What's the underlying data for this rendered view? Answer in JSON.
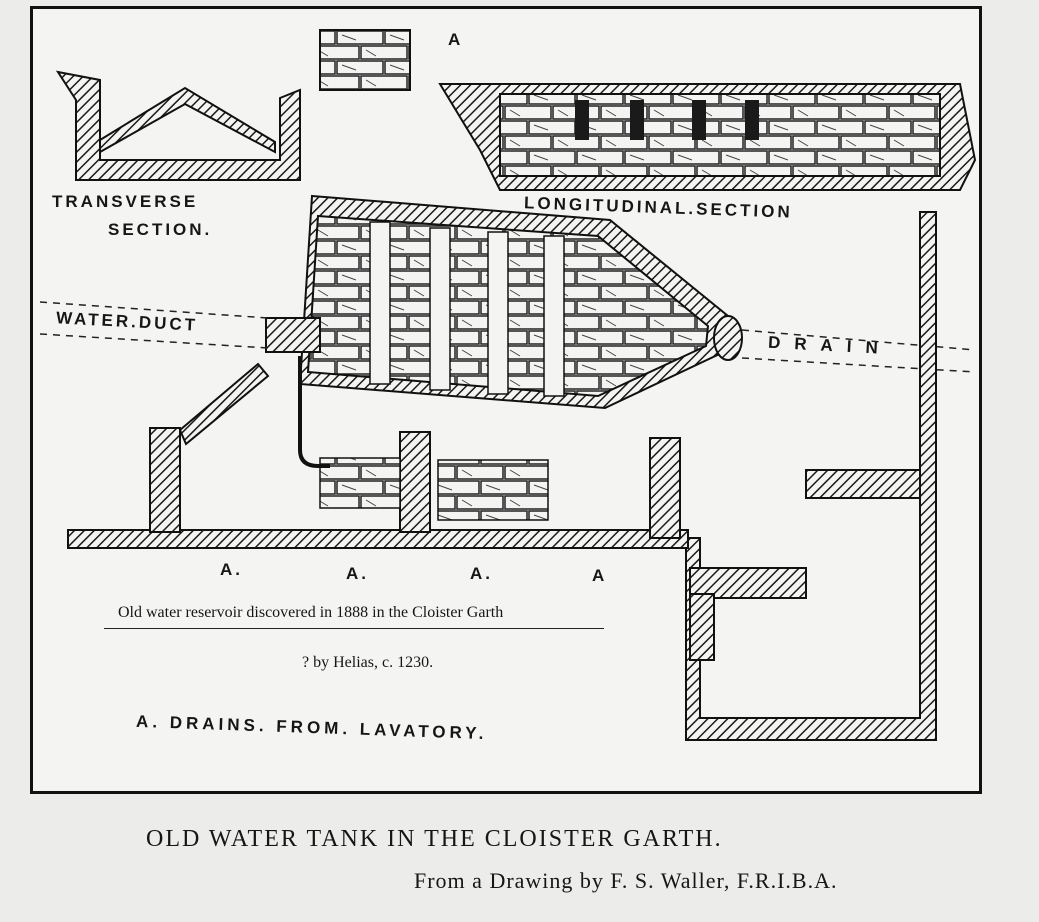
{
  "labels": {
    "transverse_line1": "TRANSVERSE",
    "transverse_line2": "SECTION.",
    "longitudinal": "LONGITUDINAL.SECTION",
    "water_duct": "WATER.DUCT",
    "drain": "DRAIN",
    "a_marks": [
      "A.",
      "A.",
      "A.",
      "A"
    ],
    "a_top": "A",
    "drains_note": "A. DRAINS. FROM. LAVATORY."
  },
  "notes": {
    "discovery": "Old water reservoir discovered in 1888 in the Cloister Garth",
    "attribution": "? by Helias, c. 1230."
  },
  "caption": {
    "title": "OLD WATER TANK IN THE CLOISTER GARTH.",
    "credit": "From a Drawing by F. S. Waller, F.R.I.B.A."
  },
  "colors": {
    "ink": "#161616",
    "paper": "#f4f4f2",
    "page": "#ececeb"
  }
}
